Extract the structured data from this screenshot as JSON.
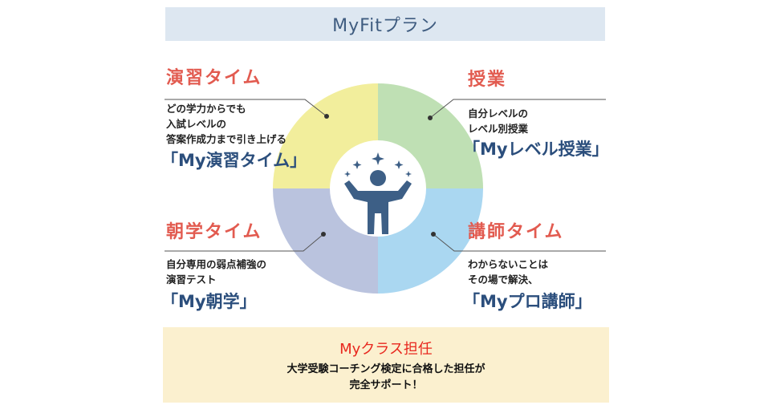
{
  "title": "MyFitプラン",
  "colors": {
    "title_bg": "#dde7f1",
    "title_text": "#3f5c80",
    "heading_red": "#e25b50",
    "name_navy": "#2b4e7c",
    "quadrant_top_left": "#f2ee9c",
    "quadrant_top_right": "#bfe0b4",
    "quadrant_bottom_left": "#bac3de",
    "quadrant_bottom_right": "#aad7f1",
    "figure": "#3d5f86",
    "bottom_bg": "#fbf0cf",
    "bottom_title": "#e8281e"
  },
  "sections": {
    "enshu": {
      "heading": "演習タイム",
      "desc": [
        "どの学力からでも",
        "入試レベルの",
        "答案作成力まで引き上げる"
      ],
      "name": "「My演習タイム」"
    },
    "jugyo": {
      "heading": "授業",
      "desc": [
        "自分レベルの",
        "レベル別授業"
      ],
      "name": "「Myレベル授業」"
    },
    "asagaku": {
      "heading": "朝学タイム",
      "desc": [
        "自分専用の弱点補強の",
        "演習テスト"
      ],
      "name": "「My朝学」"
    },
    "koshi": {
      "heading": "講師タイム",
      "desc": [
        "わからないことは",
        "その場で解決、"
      ],
      "name": "「Myプロ講師」"
    }
  },
  "center_icon": "person-cheering-icon",
  "bottom": {
    "title": "Myクラス担任",
    "line1": "大学受験コーチング検定に合格した担任が",
    "line2": "完全サポート！"
  }
}
